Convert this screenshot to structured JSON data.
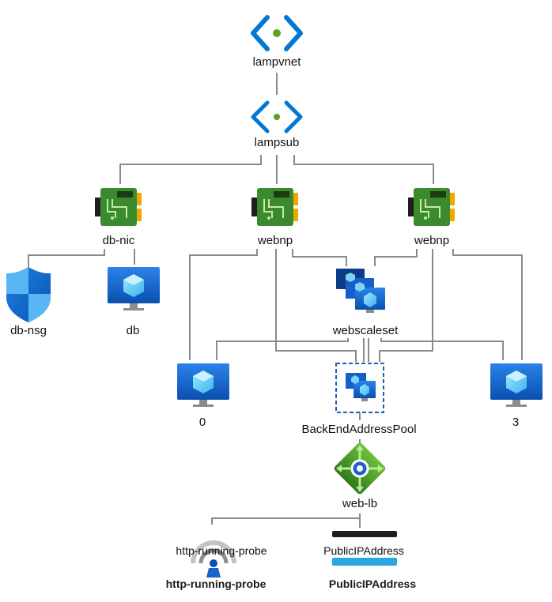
{
  "nodes": {
    "lampvnet": {
      "label": "lampvnet",
      "type": "virtual-network-icon"
    },
    "lampsub": {
      "label": "lampsub",
      "type": "subnet-icon"
    },
    "db_nic": {
      "label": "db-nic",
      "type": "network-interface-icon"
    },
    "webnp_1": {
      "label": "webnp",
      "type": "network-interface-icon"
    },
    "webnp_2": {
      "label": "webnp",
      "type": "network-interface-icon"
    },
    "db_nsg": {
      "label": "db-nsg",
      "type": "network-security-group-icon"
    },
    "db": {
      "label": "db",
      "type": "virtual-machine-icon"
    },
    "webscaleset": {
      "label": "webscaleset",
      "type": "vm-scale-set-icon"
    },
    "vm_0": {
      "label": "0",
      "type": "virtual-machine-icon"
    },
    "vm_3": {
      "label": "3",
      "type": "virtual-machine-icon"
    },
    "backend_pool": {
      "label": "BackEndAddressPool",
      "type": "backend-pool-icon"
    },
    "web_lb": {
      "label": "web-lb",
      "type": "load-balancer-icon"
    },
    "probe": {
      "label": "http-running-probe",
      "caption": "http-running-probe",
      "type": "health-probe-icon"
    },
    "public_ip": {
      "label": "PublicIPAddress",
      "caption": "PublicIPAddress",
      "type": "public-ip-icon"
    }
  },
  "colors": {
    "connector": "#8a8a8a",
    "vnet_blue": "#0078d4",
    "vnet_dot": "#5ea020",
    "nic_green": "#3c8a2e",
    "monitor_blue": "#0a5ec9",
    "lb_green": "#4c9a2a",
    "pool_border": "#1c5fb0"
  }
}
